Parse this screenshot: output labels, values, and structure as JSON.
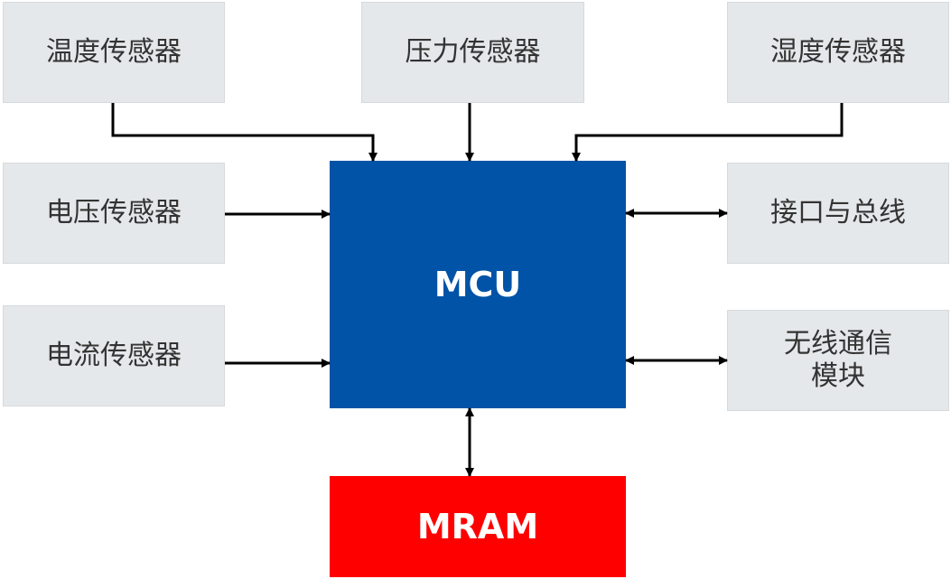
{
  "nodes": {
    "temp_sensor": "温度传感器",
    "pressure_sensor": "压力传感器",
    "humidity_sensor": "湿度传感器",
    "voltage_sensor": "电压传感器",
    "current_sensor": "电流传感器",
    "interface_bus": "接口与总线",
    "wireless_line1": "无线通信",
    "wireless_line2": "模块",
    "mcu": "MCU",
    "mram": "MRAM"
  },
  "colors": {
    "node_fill": "#e5e8ea",
    "mcu_fill": "#0053a6",
    "mram_fill": "#ff0000",
    "connector": "#000000"
  }
}
